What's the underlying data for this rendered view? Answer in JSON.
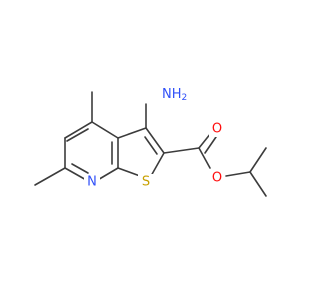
{
  "molecule": {
    "atoms": {
      "nh2": {
        "text": "NH",
        "sub": "2",
        "element": "N"
      },
      "n_ring": {
        "text": "N",
        "element": "N"
      },
      "s_ring": {
        "text": "S",
        "element": "S"
      },
      "o_carbonyl": {
        "text": "O",
        "element": "O"
      },
      "o_ester": {
        "text": "O",
        "element": "O"
      }
    },
    "colors": {
      "N": "#3050f8",
      "S": "#c8a000",
      "O": "#ff0d0d",
      "bond": "#3c3c3c"
    }
  }
}
